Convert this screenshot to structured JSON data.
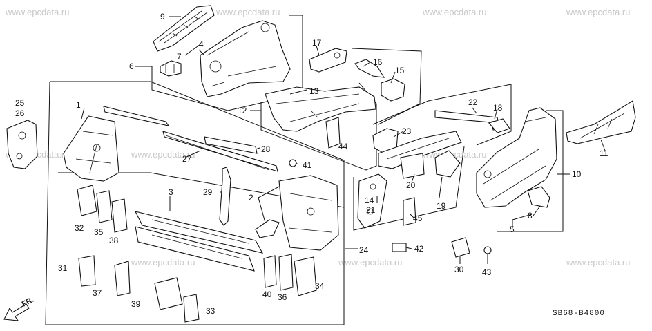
{
  "watermark": "www.epcdata.ru",
  "diagram_code": "SB68-B4800",
  "direction_label": "FR.",
  "callouts": [
    "1",
    "2",
    "3",
    "4",
    "5",
    "6",
    "7",
    "8",
    "9",
    "10",
    "11",
    "12",
    "13",
    "14",
    "15",
    "16",
    "17",
    "18",
    "19",
    "20",
    "21",
    "22",
    "23",
    "24",
    "25",
    "26",
    "27",
    "28",
    "29",
    "30",
    "31",
    "32",
    "33",
    "34",
    "35",
    "36",
    "37",
    "38",
    "39",
    "40",
    "41",
    "42",
    "43",
    "44",
    "45"
  ]
}
